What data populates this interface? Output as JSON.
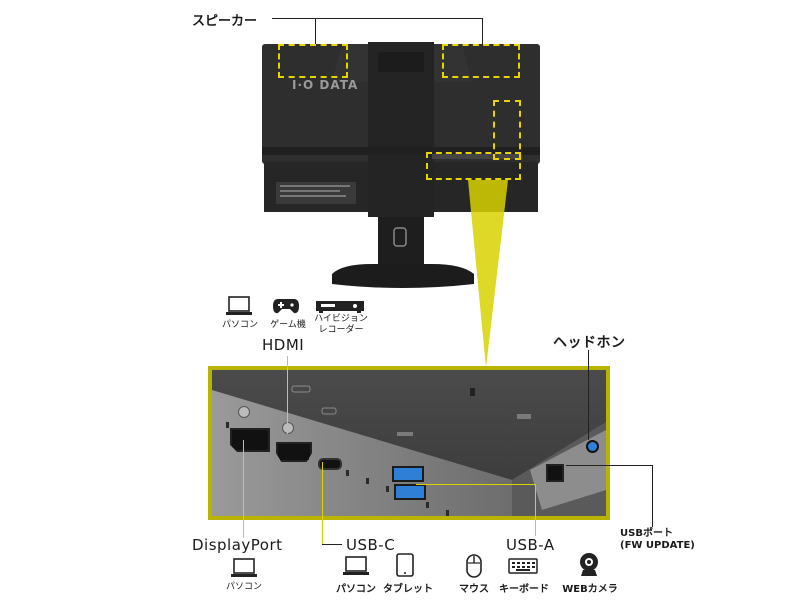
{
  "labels": {
    "speaker": "スピーカー",
    "hdmi": "HDMI",
    "headphone": "ヘッドホン",
    "displayport": "DisplayPort",
    "usbc": "USB-C",
    "usba": "USB-A",
    "usb_port_line1": "USBポート",
    "usb_port_line2": "(FW UPDATE)"
  },
  "brand": "I·O DATA",
  "hdmi_devices": [
    {
      "icon": "laptop-icon",
      "label": "パソコン"
    },
    {
      "icon": "gamepad-icon",
      "label": "ゲーム機"
    },
    {
      "icon": "recorder-icon",
      "label": "ハイビジョン\nレコーダー"
    }
  ],
  "displayport_devices": [
    {
      "icon": "laptop-icon",
      "label": "パソコン"
    }
  ],
  "usbc_devices": [
    {
      "icon": "laptop-icon",
      "label": "パソコン"
    },
    {
      "icon": "tablet-icon",
      "label": "タブレット"
    }
  ],
  "usba_devices": [
    {
      "icon": "mouse-icon",
      "label": "マウス"
    },
    {
      "icon": "keyboard-icon",
      "label": "キーボード"
    },
    {
      "icon": "webcam-icon",
      "label": "WEBカメラ"
    }
  ],
  "colors": {
    "accent_yellow": "#e8d400",
    "frame_olive": "#b8b400",
    "monitor_body": "#2b2b2b",
    "usb3_blue": "#2f7fd6"
  }
}
